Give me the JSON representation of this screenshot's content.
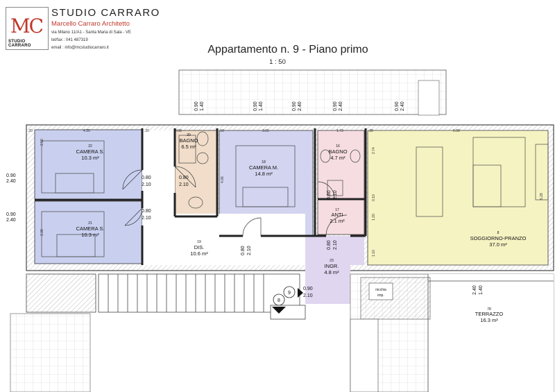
{
  "header": {
    "logo_mark": "MC",
    "logo_caption": "STUDIO CARRARO",
    "studio_name": "STUDIO CARRARO",
    "architect": "Marcello Carraro Architetto",
    "address": "via Milano 11/A1 - Santa Maria di Sala - VE",
    "phone": "tel/fax : 041 487319",
    "email": "email : info@mcstudiocarraro.it"
  },
  "drawing": {
    "title": "Appartamento n. 9 - Piano primo",
    "scale": "1 : 50"
  },
  "colors": {
    "camera": "#c9d0ef",
    "bagno": "#f1ddc9",
    "camera_m": "#d2d4f0",
    "bagno2_anti": "#f6dde1",
    "ingresso": "#e0d6f0",
    "soggiorno": "#f6f3c3"
  },
  "rooms": {
    "camera_s_1": {
      "num": "22",
      "name": "CAMERA S.",
      "area": "10.3 m²"
    },
    "camera_s_2": {
      "num": "21",
      "name": "CAMERA S.",
      "area": "10.3 m²"
    },
    "bagno_1": {
      "num": "20",
      "name": "BAGNO",
      "area": "6.5 m²"
    },
    "camera_m": {
      "num": "18",
      "name": "CAMERA M.",
      "area": "14.8 m²"
    },
    "bagno_2": {
      "num": "16",
      "name": "BAGNO",
      "area": "4.7 m²"
    },
    "anti": {
      "num": "17",
      "name": "ANTI",
      "area": "2.1 m²"
    },
    "dis": {
      "num": "19",
      "name": "DIS.",
      "area": "10.6 m²"
    },
    "ingr": {
      "num": "23",
      "name": "INGR.",
      "area": "4.8 m²"
    },
    "soggiorno": {
      "num": "8",
      "name": "SOGGIORNO-PRANZO",
      "area": "37.0 m²"
    },
    "terrazzo": {
      "num": "78",
      "name": "TERRAZZO",
      "area": "16.3 m²"
    },
    "nicchia": {
      "name": "nicchia",
      "sub": "imp."
    }
  },
  "openings": {
    "d080": "0.80",
    "h210": "2.10",
    "d090": "0.90",
    "h240": "2.40",
    "h140": "1.40",
    "d240": "2.40",
    "d140": "1.40"
  },
  "dimensions": {
    "w1": "4.30",
    "w2": "2.68",
    "w3": "3.65",
    "w4": "1.73",
    "w5": "6.90",
    "v1": "2.58",
    "v2": "2.38",
    "v3": "4.06",
    "v4": "2.74",
    "v5": "5.28",
    "v6": "1.20",
    "v7": "1.10",
    "v8": "0.10",
    "s1": ".20",
    "s2": ".20",
    "s3": ".10",
    "s4": ".30"
  },
  "markers": {
    "m8": "8",
    "m9": "9"
  }
}
